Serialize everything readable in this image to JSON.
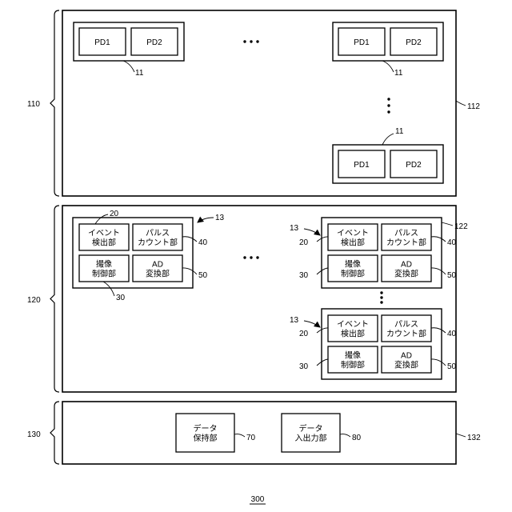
{
  "pixel_group": {
    "ref": "110",
    "array_ref": "112",
    "pixel_ref": "11",
    "pd1_label": "PD1",
    "pd2_label": "PD2"
  },
  "circuit_group": {
    "ref": "120",
    "array_ref": "122",
    "unit_ref": "13",
    "event_detector": {
      "label": "イベント\n検出部",
      "ref": "20"
    },
    "pulse_counter": {
      "label": "パルス\nカウント部",
      "ref": "40"
    },
    "imaging_controller": {
      "label": "撮像\n制御部",
      "ref": "30"
    },
    "ad_converter": {
      "label": "AD\n変換部",
      "ref": "50"
    }
  },
  "data_group": {
    "ref": "130",
    "array_ref": "132",
    "data_holder": {
      "label": "データ\n保持部",
      "ref": "70"
    },
    "data_io": {
      "label": "データ\n入出力部",
      "ref": "80"
    }
  },
  "figure_number": "300"
}
